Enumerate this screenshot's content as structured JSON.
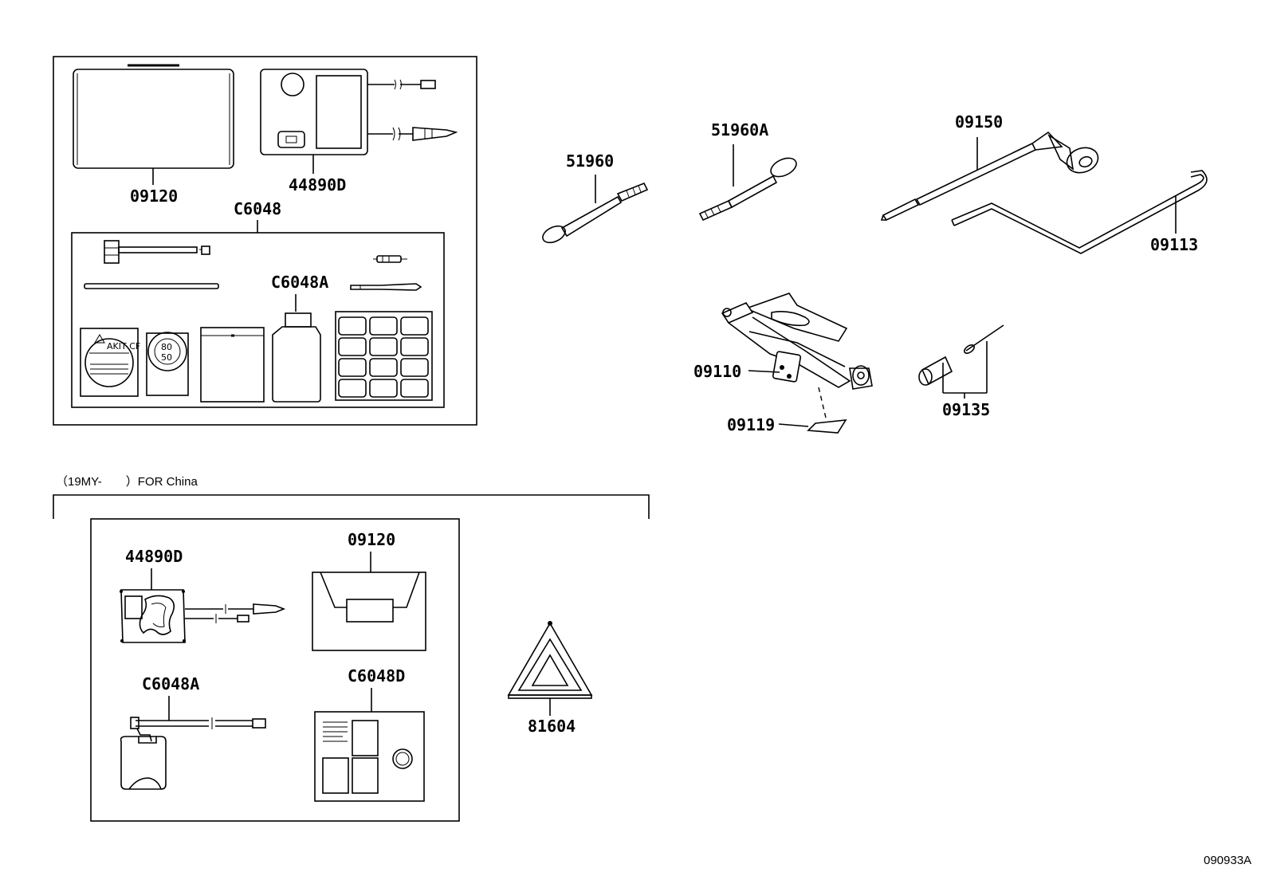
{
  "labels": {
    "p09120_top": "09120",
    "p44890d_top": "44890D",
    "c6048": "C6048",
    "c6048a_top": "C6048A",
    "p51960": "51960",
    "p51960a": "51960A",
    "p09150": "09150",
    "p09113": "09113",
    "p09110": "09110",
    "p09119": "09119",
    "p09135": "09135",
    "p44890d_china": "44890D",
    "p09120_china": "09120",
    "c6048a_china": "C6048A",
    "c6048d_china": "C6048D",
    "p81604": "81604"
  },
  "section_note": "（19MY-　　）FOR China",
  "figure_code": "090933A",
  "sticker_speed_top": "80",
  "sticker_speed_bottom": "50"
}
